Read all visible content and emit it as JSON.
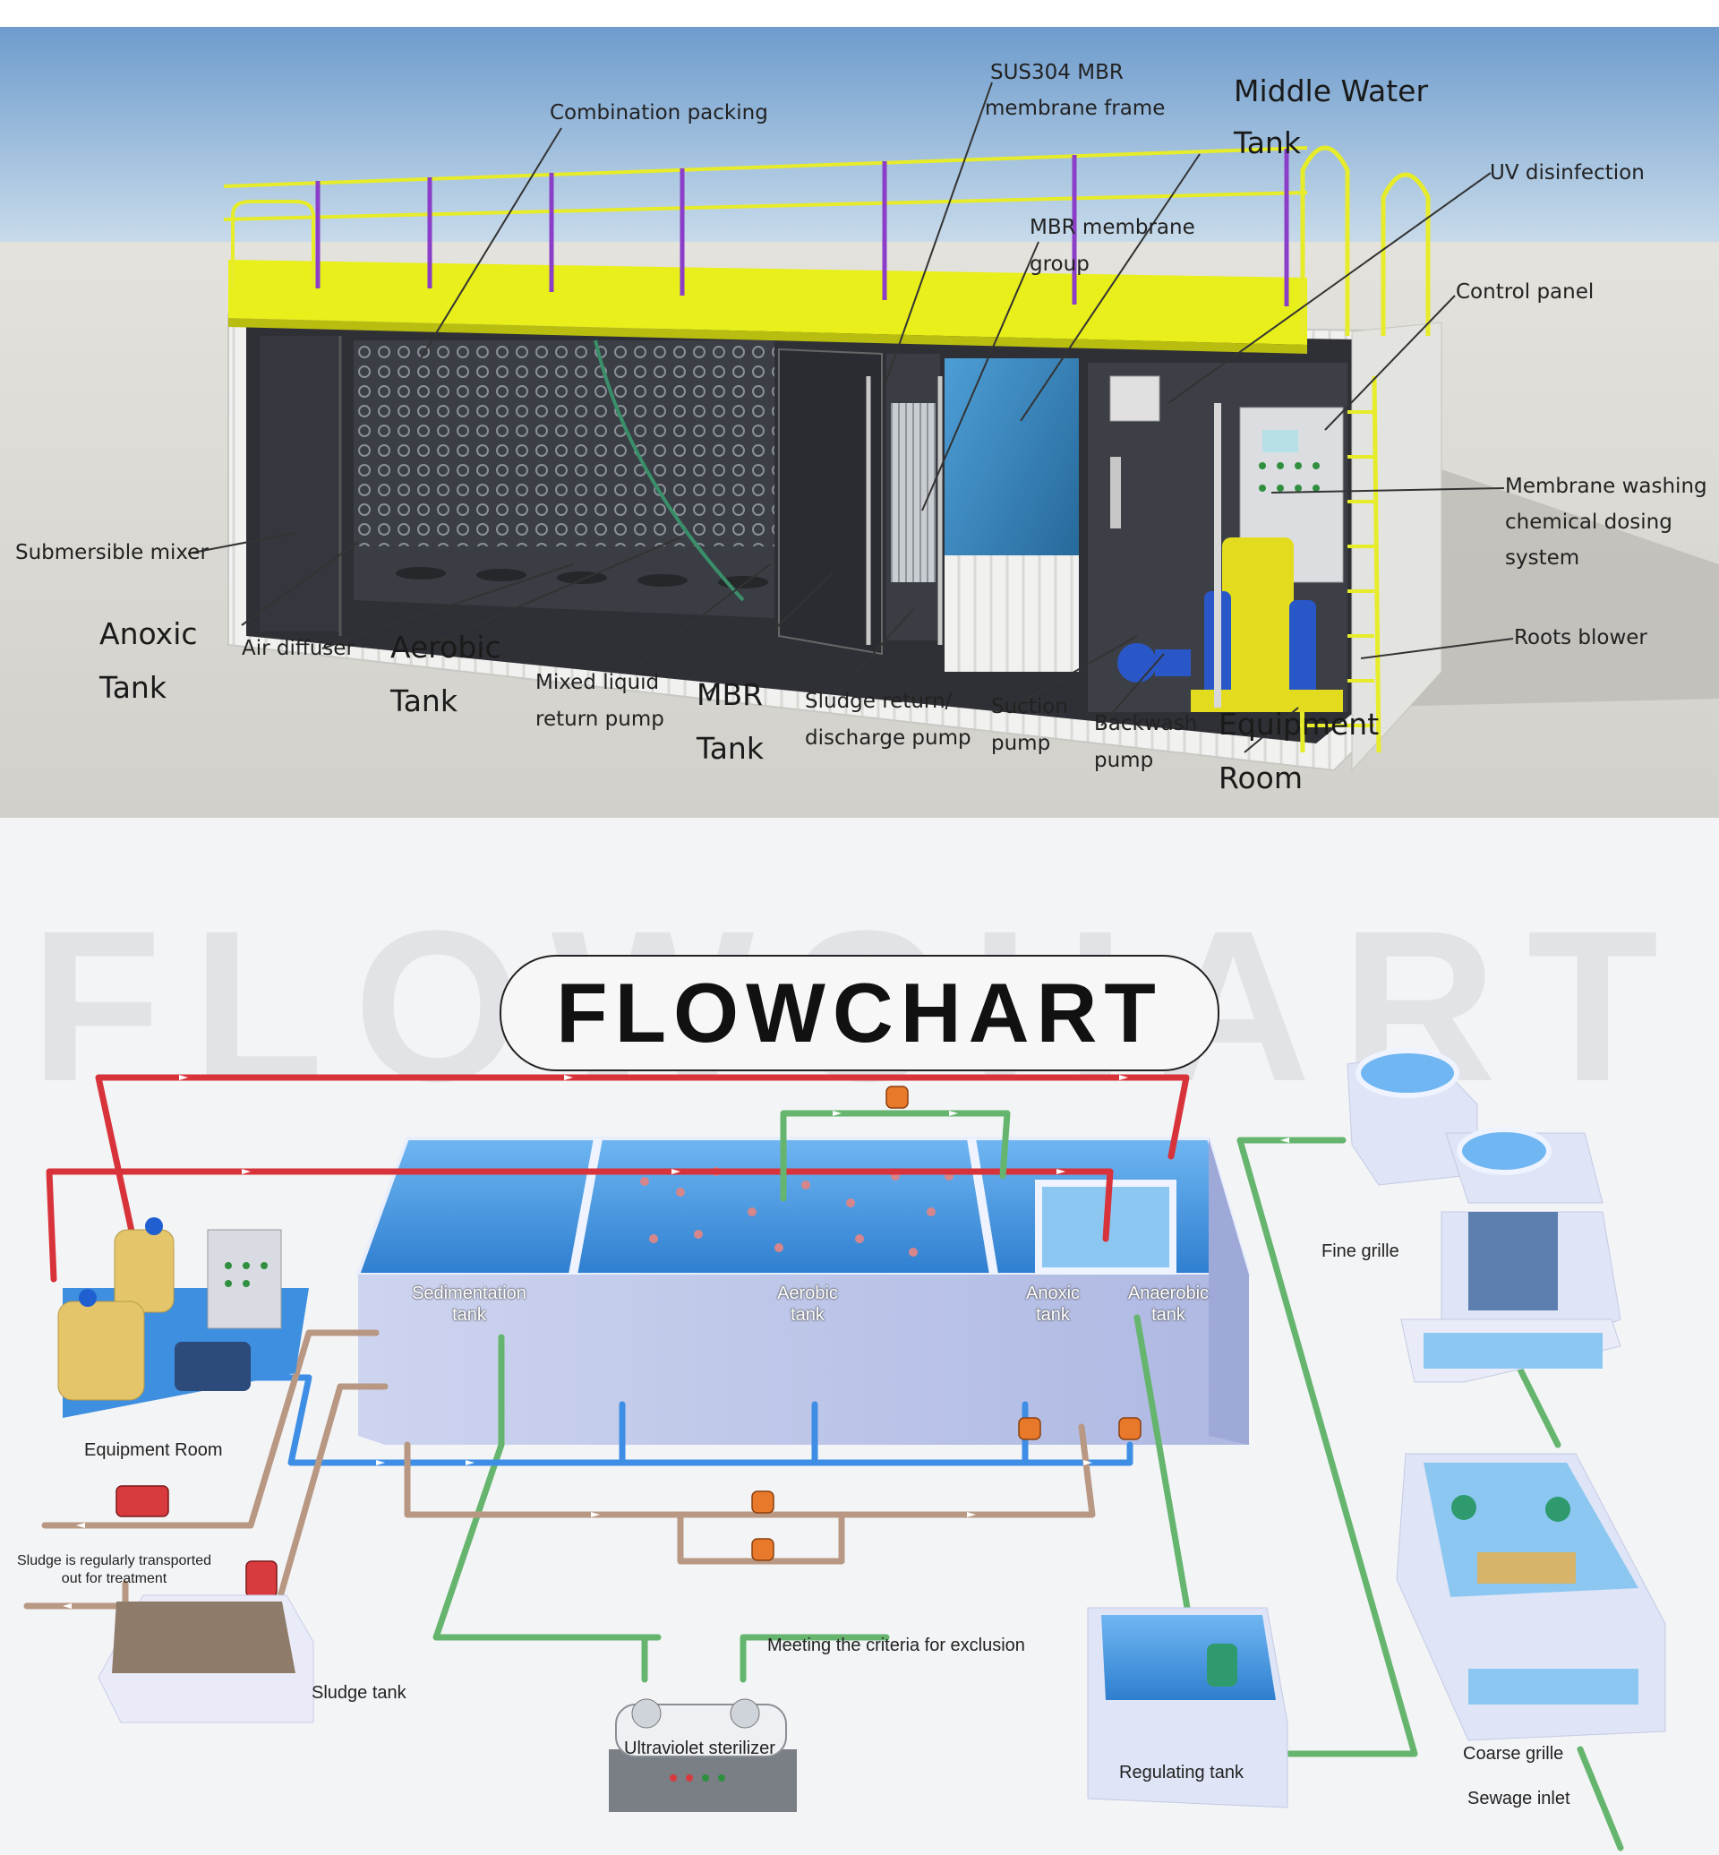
{
  "rendering_labels": {
    "combination_packing": "Combination packing",
    "sus304_line1": "SUS304 MBR",
    "sus304_line2": "membrane  frame",
    "middle_water_line1": "Middle Water",
    "middle_water_line2": "Tank",
    "uv_disinfection": "UV disinfection",
    "mbr_group_line1": "MBR membrane",
    "mbr_group_line2": "group",
    "control_panel": "Control panel",
    "membrane_washing_line1": "Membrane washing",
    "membrane_washing_line2": "chemical dosing",
    "membrane_washing_line3": "system",
    "submersible_mixer": "Submersible mixer",
    "roots_blower": "Roots blower",
    "anoxic_line1": "Anoxic",
    "anoxic_line2": "Tank",
    "air_diffuser": "Air diffuser",
    "aerobic_line1": "Aerobic",
    "aerobic_line2": "Tank",
    "mixed_liquid_line1": "Mixed liquid",
    "mixed_liquid_line2": "return pump",
    "mbr_tank_line1": "MBR",
    "mbr_tank_line2": "Tank",
    "sludge_return_line1": "Sludge return/",
    "sludge_return_line2": "discharge pump",
    "suction_line1": "Suction",
    "suction_line2": "pump",
    "backwash_line1": "Backwash",
    "backwash_line2": "pump",
    "equipment_line1": "Equipment",
    "equipment_line2": "Room"
  },
  "flowchart": {
    "watermark": "FLOWCHART",
    "title": "FLOWCHART",
    "tank_labels": {
      "sedimentation_line1": "Sedimentation",
      "sedimentation_line2": "tank",
      "aerobic_line1": "Aerobic",
      "aerobic_line2": "tank",
      "anoxic_line1": "Anoxic",
      "anoxic_line2": "tank",
      "anaerobic_line1": "Anaerobic",
      "anaerobic_line2": "tank"
    },
    "labels": {
      "fine_grille": "Fine grille",
      "equipment_room": "Equipment Room",
      "sludge_note_line1": "Sludge is regularly transported",
      "sludge_note_line2": "out for treatment",
      "sludge_tank": "Sludge tank",
      "meeting_criteria": "Meeting the criteria for exclusion",
      "uv_sterilizer": "Ultraviolet sterilizer",
      "regulating_tank": "Regulating tank",
      "coarse_grille": "Coarse grille",
      "sewage_inlet": "Sewage inlet"
    }
  },
  "colors": {
    "yellow_deck": "#e8ef1a",
    "water_blue": "#2f7fb8",
    "pipe_red": "#d8333b",
    "pipe_green": "#66b56e",
    "pipe_blue": "#3e8ee6",
    "pipe_brown": "#b89783",
    "valve_orange": "#e8782a"
  }
}
